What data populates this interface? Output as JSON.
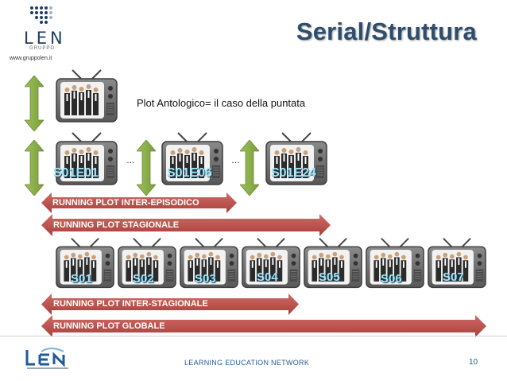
{
  "header": {
    "title": "Serial/Struttura",
    "logo_text": "LEN",
    "logo_sub": "GRUPPO",
    "url": "www.gruppolen.it"
  },
  "main": {
    "plot_text": "Plot Antologico= il caso della puntata",
    "ellipsis": "…",
    "episodes": [
      "S01E01",
      "S01E06",
      "S01E24"
    ],
    "seasons": [
      "S01",
      "S02",
      "S03",
      "S04",
      "S05",
      "S06",
      "S07"
    ],
    "arrows": [
      "RUNNING PLOT INTER-EPISODICO",
      "RUNNING PLOT STAGIONALE",
      "RUNNING PLOT INTER-STAGIONALE",
      "RUNNING PLOT GLOBALE"
    ]
  },
  "footer": {
    "org": "LEARNING EDUCATION NETWORK",
    "page": "10"
  },
  "colors": {
    "title": "#2e4c6b",
    "red_arrow": "#c0504d",
    "green_arrow": "#8fb04a",
    "tv_body": "#707070",
    "label": "#9fe7f7"
  }
}
